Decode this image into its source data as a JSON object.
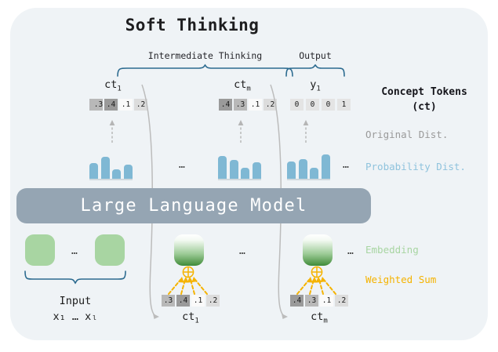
{
  "title": "Soft Thinking",
  "groups": {
    "intermediate_label": "Intermediate Thinking",
    "output_label": "Output",
    "input_label": "Input",
    "input_sub": "x₁ … xₗ"
  },
  "columns": [
    {
      "id": "ct1",
      "head": "ct",
      "head_sub": "1",
      "tokens": [
        " .3",
        ".4",
        ".1",
        ".2"
      ],
      "token_shades": [
        "#b8b8b8",
        "#9a9a9a",
        "#fafafa",
        "#dcdcdc"
      ],
      "bars": [
        20,
        28,
        12,
        18
      ]
    },
    {
      "id": "ctm",
      "head": "ct",
      "head_sub": "m",
      "tokens": [
        ".4",
        ".3",
        ".1",
        ".2"
      ],
      "token_shades": [
        "#9a9a9a",
        "#b8b8b8",
        "#fafafa",
        "#dcdcdc"
      ],
      "bars": [
        29,
        24,
        14,
        21
      ]
    },
    {
      "id": "y1",
      "head": "y",
      "head_sub": "1",
      "tokens": [
        "0",
        "0",
        "0",
        "1"
      ],
      "token_shades": [
        "#e4e4e4",
        "#e4e4e4",
        "#e4e4e4",
        "#e4e4e4"
      ],
      "bars": [
        22,
        25,
        14,
        31
      ]
    }
  ],
  "llm": {
    "label": "Large Language Model"
  },
  "legend": {
    "concept_tokens": "Concept Tokens",
    "concept_tokens_sub": "(ct)",
    "original_dist": "Original Dist.",
    "probability_dist": "Probability Dist.",
    "embedding": "Embedding",
    "weighted_sum": "Weighted Sum"
  },
  "feedback": [
    {
      "id": "fb1",
      "label": "ct",
      "label_sub": "1",
      "tokens": [
        ".3",
        ".4",
        ".1",
        ".2"
      ],
      "token_shades": [
        "#b8b8b8",
        "#9a9a9a",
        "#fafafa",
        "#dcdcdc"
      ]
    },
    {
      "id": "fbm",
      "label": "ct",
      "label_sub": "m",
      "tokens": [
        ".4",
        ".3",
        ".1",
        ".2"
      ],
      "token_shades": [
        "#9a9a9a",
        "#b8b8b8",
        "#fafafa",
        "#dcdcdc"
      ]
    }
  ],
  "ellipsis": "…",
  "plus_symbol": "⊕",
  "colors": {
    "panel_bg": "#eff3f6",
    "bar": "#7fb8d4",
    "llm_box": "#95a5b3",
    "brace": "#2b6a8f",
    "embedding": "#a8d5a2",
    "weighted_sum": "#f5b301",
    "arrow_gray": "#b5b5b5"
  }
}
